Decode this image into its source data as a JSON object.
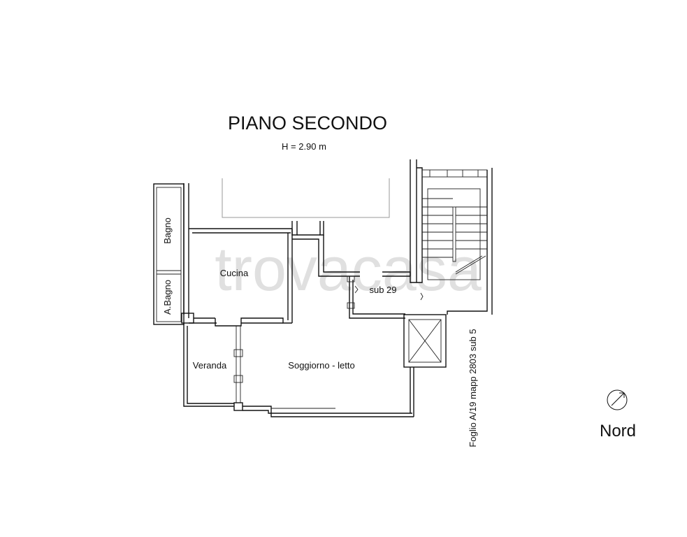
{
  "plan": {
    "title": "PIANO SECONDO",
    "height_note": "H = 2.90 m",
    "north_label": "Nord",
    "cadastral_ref": "Foglio A/19 mapp 2803 sub 5",
    "watermark": "trovacasa"
  },
  "rooms": {
    "bagno": "Bagno",
    "anti_bagno": "A.Bagno",
    "cucina": "Cucina",
    "veranda": "Veranda",
    "soggiorno": "Soggiorno - letto",
    "neighbour": "sub 29"
  },
  "colors": {
    "lines": "#111111",
    "watermark": "#d9d9d9",
    "background": "#ffffff"
  }
}
